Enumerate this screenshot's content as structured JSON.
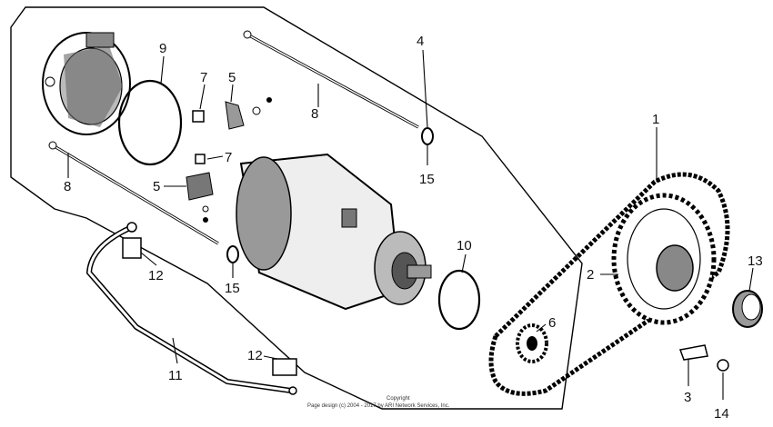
{
  "diagram": {
    "callouts": {
      "c1": "1",
      "c2": "2",
      "c3": "3",
      "c4": "4",
      "c5a": "5",
      "c5b": "5",
      "c6": "6",
      "c7a": "7",
      "c7b": "7",
      "c8a": "8",
      "c8b": "8",
      "c9": "9",
      "c10": "10",
      "c11": "11",
      "c12a": "12",
      "c12b": "12",
      "c13": "13",
      "c14": "14",
      "c15a": "15",
      "c15b": "15"
    },
    "copyright": {
      "line1": "Copyright",
      "line2": "Page design (c) 2004 - 2017 by ARI Network Services, Inc."
    }
  }
}
